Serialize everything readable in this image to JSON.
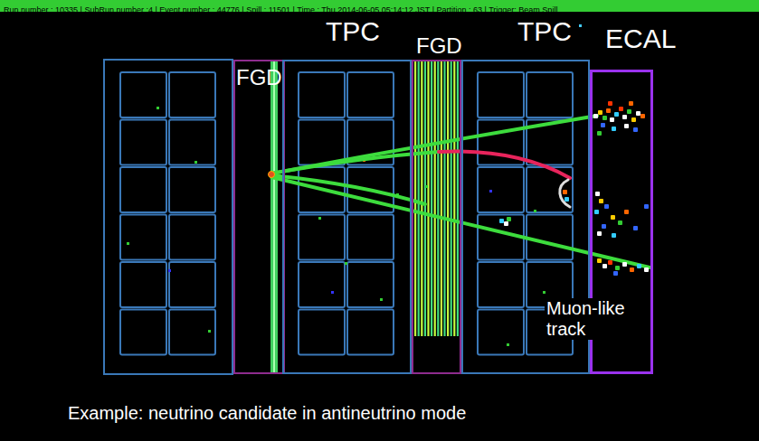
{
  "diagram": {
    "caption": "Example: neutrino candidate in antineutrino mode",
    "nodes": [
      {
        "text": [
          "FGD"
        ]
      },
      {
        "text": [
          "TPC"
        ]
      },
      {
        "text": [
          "FGD"
        ]
      },
      {
        "text": [
          "TPC"
        ]
      },
      {
        "text": [
          "ECAL"
        ]
      }
    ],
    "labels": [
      "Run number : 10335 | SubRun number :4 | Event number : 44776 | Spill : 11501 | Time : Thu 2014-06-05 05:14:12 JST | Partition : 63 | Trigger: Beam Spill",
      "Muon-like track"
    ]
  }
}
